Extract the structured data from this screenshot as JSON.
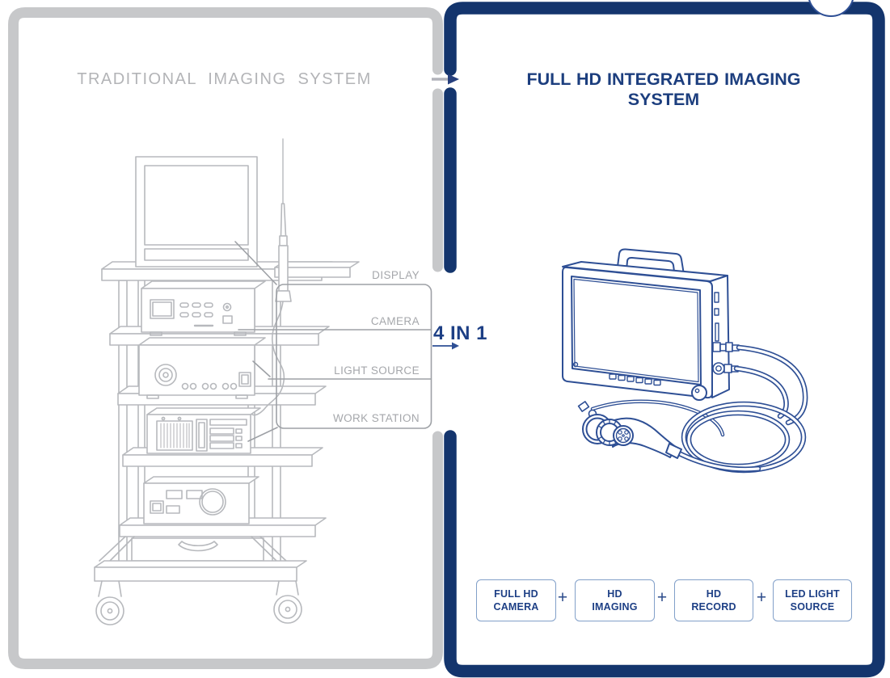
{
  "left_panel": {
    "title": "TRADITIONAL IMAGING SYSTEM",
    "component_labels": {
      "display": "DISPLAY",
      "camera": "CAMERA",
      "light_source": "LIGHT SOURCE",
      "work_station": "WORK STATION"
    },
    "illustration": "traditional-imaging-trolley"
  },
  "center": {
    "badge": "4 IN 1"
  },
  "right_panel": {
    "title": "FULL HD INTEGRATED IMAGING SYSTEM",
    "plus_sign": "+",
    "features": [
      {
        "line1": "FULL HD",
        "line2": "CAMERA"
      },
      {
        "line1": "HD",
        "line2": "IMAGING"
      },
      {
        "line1": "HD",
        "line2": "RECORD"
      },
      {
        "line1": "LED LIGHT",
        "line2": "SOURCE"
      }
    ],
    "illustration": "integrated-monitor-with-camera-head"
  },
  "colors": {
    "left_border_gray": "#c7c8ca",
    "right_border_navy": "#14356d",
    "left_title_gray": "#b3b4b7",
    "right_title_navy": "#1c3e7e",
    "label_gray": "#a5a7ab",
    "line_art_gray": "#b7b9bd",
    "line_art_navy": "#2e4f95",
    "feature_box_border": "#82a0c9",
    "feature_text_navy": "#1d3f85"
  }
}
